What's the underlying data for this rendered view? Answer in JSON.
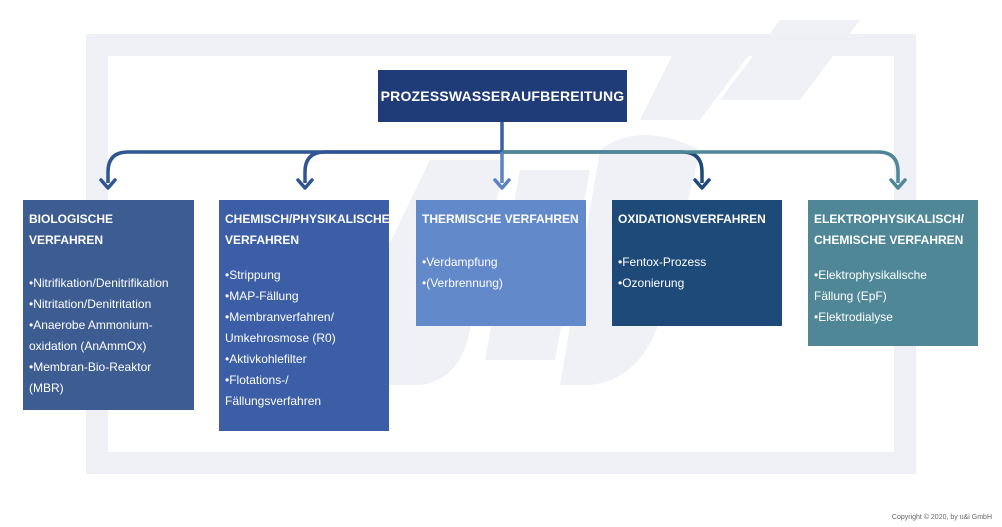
{
  "root": {
    "label": "PROZESSWASSERAUFBEREITUNG"
  },
  "colors": {
    "root": "#1f3c78",
    "bio": "#3c5c92",
    "chem": "#3b5ea6",
    "therm": "#6289c9",
    "oxid": "#1e4a7a",
    "elektro": "#4f8797",
    "frame": "#eef0f5"
  },
  "categories": [
    {
      "title_line1": "BIOLOGISCHE VERFAHREN",
      "title_line2": "",
      "items": [
        "•Nitrifikation/Denitrifikation",
        "•Nitritation/Denitritation",
        "•Anaerobe Ammonium-",
        "oxidation (AnAmmOx)",
        "•Membran-Bio-Reaktor",
        "(MBR)"
      ]
    },
    {
      "title_line1": "CHEMISCH/PHYSIKALISCHE",
      "title_line2": "VERFAHREN",
      "items": [
        "•Strippung",
        "•MAP-Fällung",
        "•Membranverfahren/",
        "Umkehrosmose (R0)",
        "•Aktivkohlefilter",
        "•Flotations-/",
        "Fällungsverfahren"
      ]
    },
    {
      "title_line1": "THERMISCHE VERFAHREN",
      "title_line2": "",
      "items": [
        "•Verdampfung",
        "•(Verbrennung)"
      ]
    },
    {
      "title_line1": "OXIDATIONSVERFAHREN",
      "title_line2": "",
      "items": [
        "•Fentox-Prozess",
        "•Ozonierung"
      ]
    },
    {
      "title_line1": "ELEKTROPHYSIKALISCH/",
      "title_line2": "CHEMISCHE VERFAHREN",
      "items": [
        "•Elektrophysikalische",
        "Fällung (EpF)",
        "•Elektrodialyse"
      ]
    }
  ],
  "footer": {
    "copyright": "Copyright © 2020, by u&i GmbH"
  }
}
